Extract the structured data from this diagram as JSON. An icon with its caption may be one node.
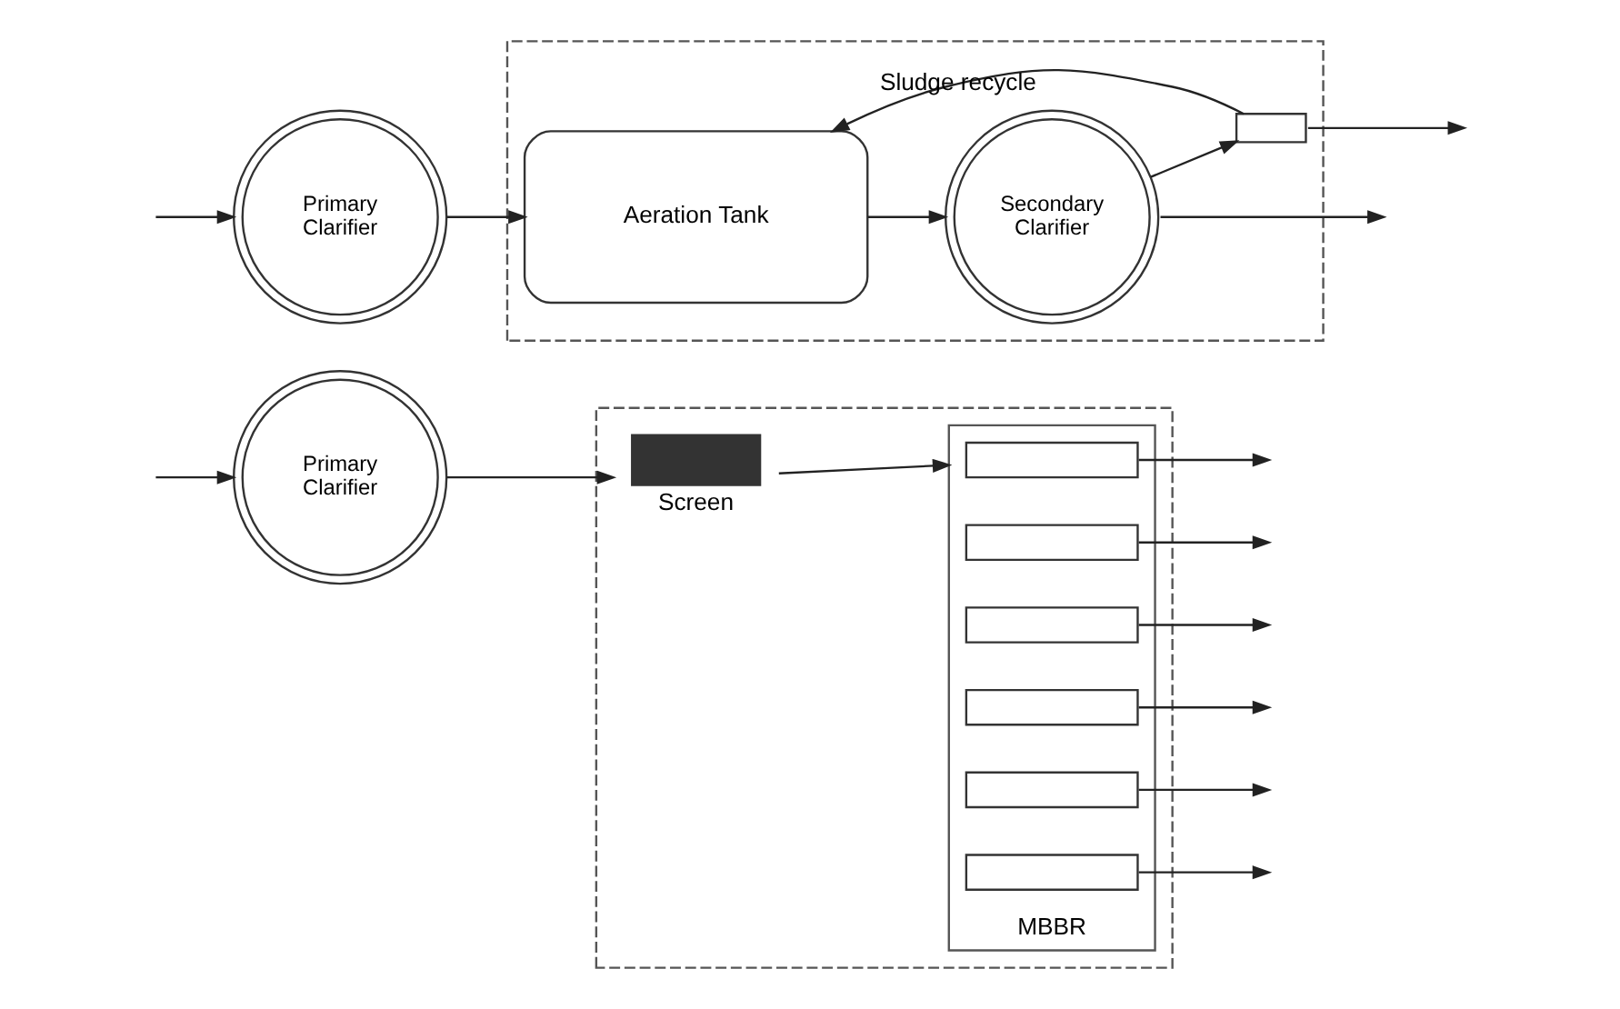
{
  "diagram": {
    "nodes": [
      {
        "text": [
          "Primary Clarifier"
        ]
      },
      {
        "text": [],
        "shape": "box"
      },
      {
        "text": [
          "Aeration Tank"
        ],
        "in": 1
      },
      {
        "text": [
          "Secondary Clarifier"
        ],
        "in": 1
      },
      {
        "text": [],
        "shape": "box",
        "in": 1
      },
      {
        "text": [
          "Primary Clarifier"
        ]
      },
      {
        "text": [],
        "shape": "box"
      },
      {
        "text": [
          "Screen"
        ],
        "in": 6
      },
      {
        "text": [
          "MBBR"
        ],
        "in": 6
      },
      {
        "text": [],
        "shape": "bar",
        "in": 8
      },
      {
        "text": [],
        "shape": "bar",
        "in": 8
      },
      {
        "text": [],
        "shape": "bar",
        "in": 8
      },
      {
        "text": [],
        "shape": "bar",
        "in": 8
      },
      {
        "text": [],
        "shape": "bar",
        "in": 8
      },
      {
        "text": [],
        "shape": "bar",
        "in": 8
      }
    ],
    "edges": [
      {
        "from": null,
        "to": 0,
        "arrow": "to"
      },
      {
        "from": 0,
        "to": 2,
        "arrow": "to"
      },
      {
        "from": 2,
        "to": 3,
        "arrow": "to"
      },
      {
        "from": 3,
        "to": null,
        "arrow": "to"
      },
      {
        "from": 3,
        "to": 4,
        "arrow": "to"
      },
      {
        "from": 4,
        "to": null,
        "arrow": "to"
      },
      {
        "from": 4,
        "to": 2,
        "arrow": "to",
        "label": "Sludge recycle"
      },
      {
        "from": null,
        "to": 5,
        "arrow": "to"
      },
      {
        "from": 5,
        "to": 7,
        "arrow": "to"
      },
      {
        "from": 7,
        "to": 8,
        "arrow": "to"
      },
      {
        "from": 9,
        "to": null,
        "arrow": "to"
      },
      {
        "from": 10,
        "to": null,
        "arrow": "to"
      },
      {
        "from": 11,
        "to": null,
        "arrow": "to"
      },
      {
        "from": 12,
        "to": null,
        "arrow": "to"
      },
      {
        "from": 13,
        "to": null,
        "arrow": "to"
      },
      {
        "from": 14,
        "to": null,
        "arrow": "to"
      }
    ]
  }
}
